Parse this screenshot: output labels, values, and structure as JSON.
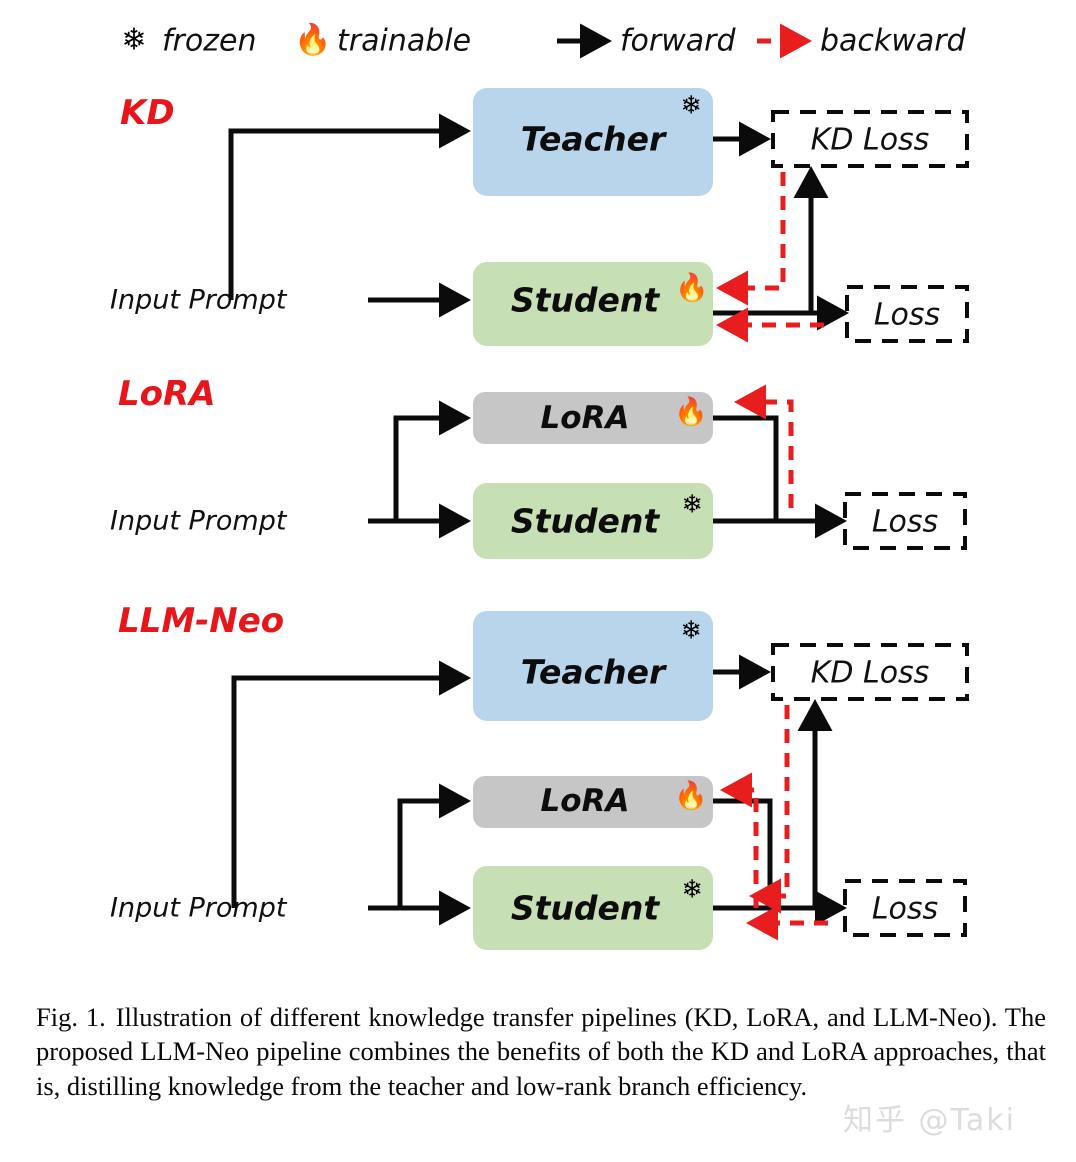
{
  "figure": {
    "legend": {
      "frozen_icon": "snowflake-icon",
      "frozen_label": "frozen",
      "trainable_icon": "fire-icon",
      "trainable_label": "trainable",
      "forward_label": "forward",
      "backward_label": "backward"
    },
    "colors": {
      "teacher_box": "#b9d5ec",
      "student_box": "#c6dfb4",
      "lora_box": "#c6c6c6",
      "section_label": "#e8151a",
      "forward_arrow": "#0b0b0b",
      "backward_arrow": "#e81d1d",
      "loss_box_border": "#0b0b0b"
    },
    "sections": [
      {
        "name": "KD",
        "label": "KD",
        "input_label": "Input Prompt",
        "blocks": [
          {
            "label": "Teacher",
            "state_icon": "snowflake-icon",
            "fill": "#b9d5ec"
          },
          {
            "label": "Student",
            "state_icon": "fire-icon",
            "fill": "#c6dfb4"
          }
        ],
        "losses": [
          "KD Loss",
          "Loss"
        ]
      },
      {
        "name": "LoRA",
        "label": "LoRA",
        "input_label": "Input Prompt",
        "blocks": [
          {
            "label": "LoRA",
            "state_icon": "fire-icon",
            "fill": "#c6c6c6"
          },
          {
            "label": "Student",
            "state_icon": "snowflake-icon",
            "fill": "#c6dfb4"
          }
        ],
        "losses": [
          "Loss"
        ]
      },
      {
        "name": "LLM-Neo",
        "label": "LLM-Neo",
        "input_label": "Input Prompt",
        "blocks": [
          {
            "label": "Teacher",
            "state_icon": "snowflake-icon",
            "fill": "#b9d5ec"
          },
          {
            "label": "LoRA",
            "state_icon": "fire-icon",
            "fill": "#c6c6c6"
          },
          {
            "label": "Student",
            "state_icon": "snowflake-icon",
            "fill": "#c6dfb4"
          }
        ],
        "losses": [
          "KD Loss",
          "Loss"
        ]
      }
    ]
  },
  "caption": {
    "lead": "Fig. 1.",
    "text": "Illustration of different knowledge transfer pipelines (KD, LoRA, and LLM-Neo). The proposed LLM-Neo pipeline combines the benefits of both the KD and LoRA approaches, that is, distilling knowledge from the teacher and low-rank branch efficiency."
  },
  "watermark": {
    "text": "知乎 @Taki"
  }
}
